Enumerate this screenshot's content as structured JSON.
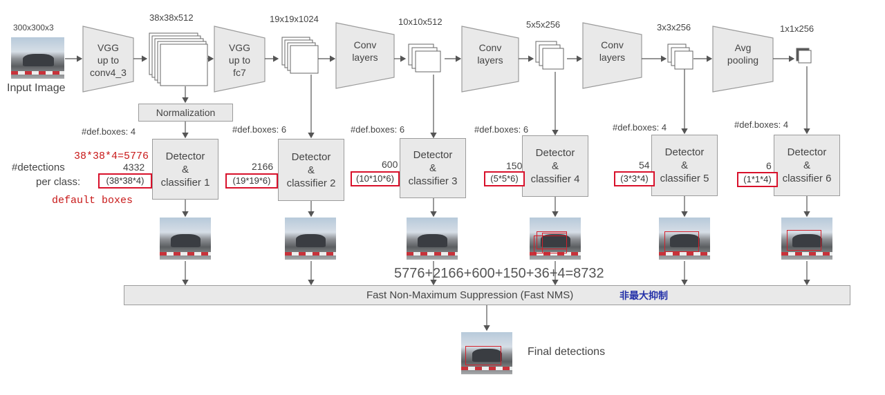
{
  "input": {
    "size": "300x300x3",
    "label": "Input Image"
  },
  "stages": [
    {
      "text": "VGG\nup to\nconv4_3"
    },
    {
      "text": "VGG\nup to\nfc7"
    },
    {
      "text": "Conv\nlayers"
    },
    {
      "text": "Conv\nlayers"
    },
    {
      "text": "Conv\nlayers"
    },
    {
      "text": "Avg\npooling"
    }
  ],
  "feature_maps": [
    "38x38x512",
    "19x19x1024",
    "10x10x512",
    "5x5x256",
    "3x3x256",
    "1x1x256"
  ],
  "normalization": "Normalization",
  "def_boxes": [
    "#def.boxes: 4",
    "#def.boxes: 6",
    "#def.boxes: 6",
    "#def.boxes: 6",
    "#def.boxes: 4",
    "#def.boxes: 4"
  ],
  "detectors": [
    "Detector\n&\nclassifier 1",
    "Detector\n&\nclassifier 2",
    "Detector\n&\nclassifier 3",
    "Detector\n&\nclassifier 4",
    "Detector\n&\nclassifier 5",
    "Detector\n&\nclassifier 6"
  ],
  "detection_counts": [
    "4332",
    "2166",
    "600",
    "150",
    "54",
    "6"
  ],
  "formulas": [
    "(38*38*4)",
    "(19*19*6)",
    "(10*10*6)",
    "(5*5*6)",
    "(3*3*4)",
    "(1*1*4)"
  ],
  "detections_label_1": "#detections",
  "detections_label_2": "per class:",
  "annotation_formula": "38*38*4=5776",
  "annotation_default": "default boxes",
  "sum_text": "5776+2166+600+150+36+4=8732",
  "nms_label": "Fast Non-Maximum Suppression (Fast NMS)",
  "nms_chinese": "非最大抑制",
  "final_label": "Final detections",
  "colors": {
    "box_fill": "#e9e9e9",
    "box_border": "#9b9b9b",
    "highlight_red": "#d8102a",
    "annotation_red": "#c81818",
    "annotation_blue": "#2330a8"
  }
}
